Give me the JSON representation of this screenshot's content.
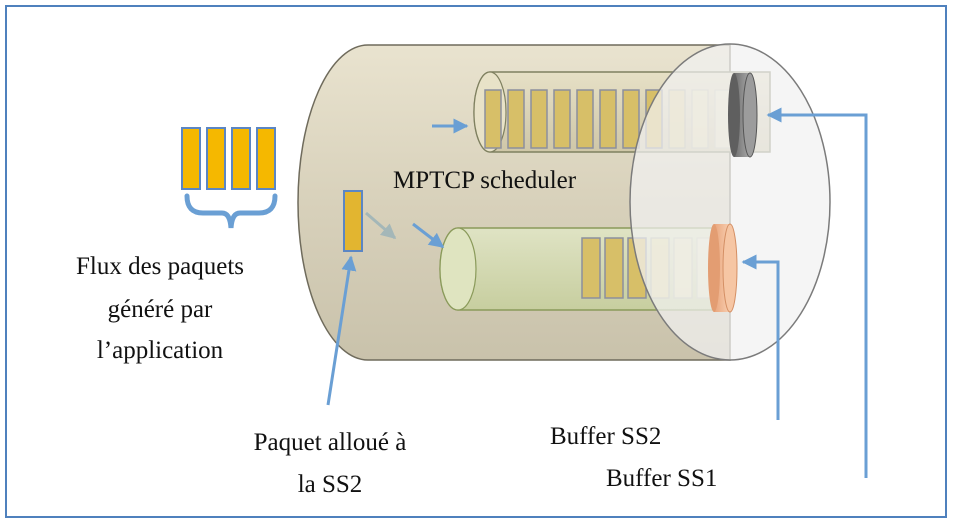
{
  "labels": {
    "scheduler": "MPTCP scheduler",
    "flow_line1": "Flux des paquets",
    "flow_line2": "généré par",
    "flow_line3": "l’application",
    "packet_line1": "Paquet alloué à",
    "packet_line2": "la SS2",
    "buffer_ss2": "Buffer SS2",
    "buffer_ss1": "Buffer SS1"
  },
  "colors": {
    "frame": "#4f81bd",
    "arrow": "#6a9fd4",
    "packet": "#f5b800",
    "packet_border": "#5b86c4",
    "cylinder_body": "#ddd6c2",
    "buffer_ss1_cap": "#8c8c8c",
    "buffer_ss2_cap": "#f3bb95"
  },
  "counts": {
    "application_packets": 4,
    "ss1_buffer_slots": 12,
    "ss2_buffer_slots": 7
  }
}
